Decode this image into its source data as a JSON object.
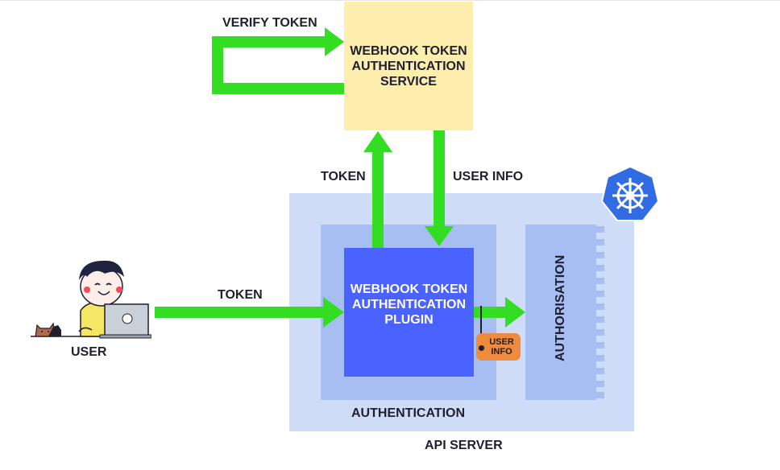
{
  "labels": {
    "verify_token": "VERIFY TOKEN",
    "token_up": "TOKEN",
    "user_info_down": "USER INFO",
    "token_user": "TOKEN",
    "user": "USER",
    "authentication": "AUTHENTICATION",
    "api_server": "API SERVER",
    "authorisation": "AUTHORISATION",
    "user_info_badge_1": "USER",
    "user_info_badge_2": "INFO"
  },
  "service": {
    "line1": "WEBHOOK TOKEN",
    "line2": "AUTHENTICATION",
    "line3": "SERVICE"
  },
  "plugin": {
    "line1": "WEBHOOK TOKEN",
    "line2": "AUTHENTICATION",
    "line3": "PLUGIN"
  },
  "colors": {
    "arrow_green": "#33dd22",
    "service_yellow": "#fdeeae",
    "api_server_bg": "#cfdcf8",
    "authn_bg": "#a6bef2",
    "plugin_blue": "#4a62ff",
    "badge_orange": "#f08a3c",
    "k8s_blue": "#326ce5"
  },
  "icons": [
    "kubernetes-logo-icon",
    "user-illustration-icon",
    "cat-icon",
    "laptop-icon"
  ]
}
